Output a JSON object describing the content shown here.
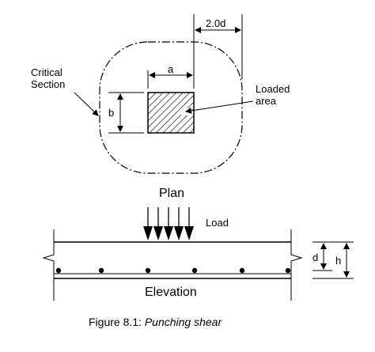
{
  "labels": {
    "two_d": "2.0d",
    "a": "a",
    "b": "b",
    "critical_section_line1": "Critical",
    "critical_section_line2": "Section",
    "loaded_area_line1": "Loaded",
    "loaded_area_line2": "area",
    "plan": "Plan",
    "load": "Load",
    "elevation": "Elevation",
    "d": "d",
    "h": "h"
  },
  "caption": {
    "prefix": "Figure 8.1: ",
    "title": "Punching shear"
  }
}
